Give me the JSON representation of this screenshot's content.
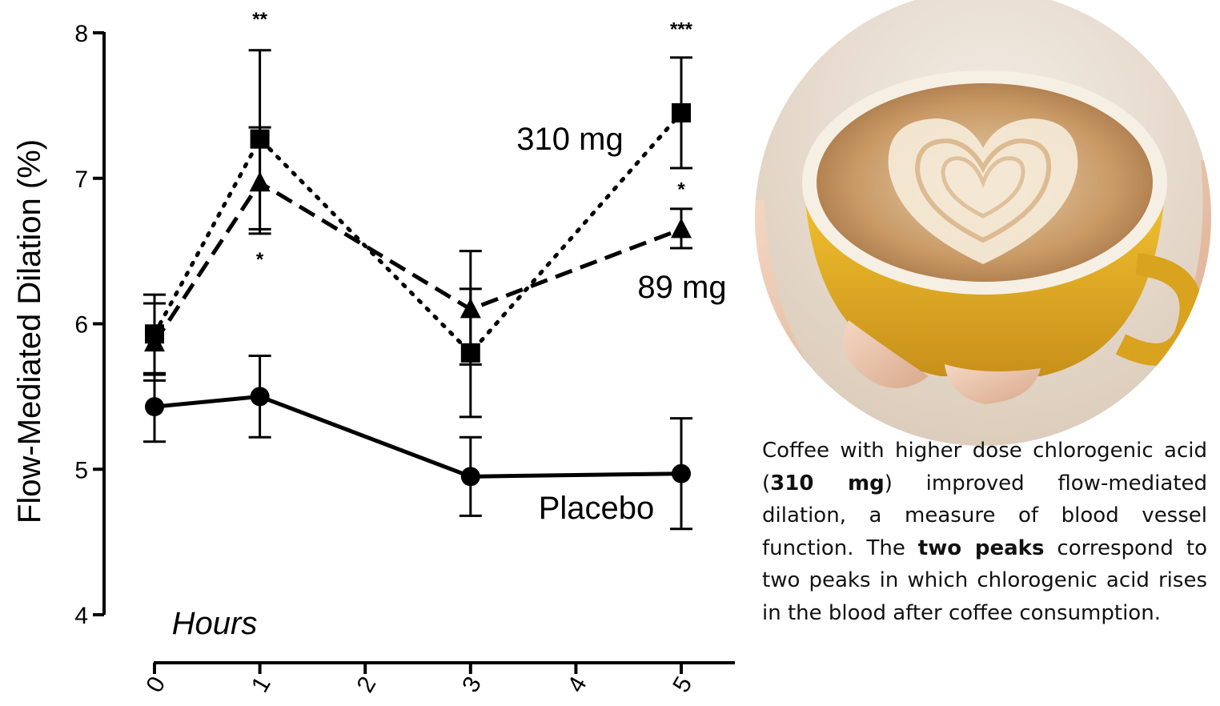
{
  "chart_data": {
    "type": "line",
    "ylabel": "Flow-Mediated Dilation (%)",
    "xlabel": "Hours",
    "ylim": [
      4,
      8
    ],
    "xlim": [
      0,
      5.5
    ],
    "yticks": [
      4,
      5,
      6,
      7,
      8
    ],
    "xticks": [
      0,
      1,
      2,
      3,
      4,
      5
    ],
    "grid": false,
    "series": [
      {
        "name": "310 mg",
        "marker": "square",
        "linestyle": "dotted",
        "x": [
          0,
          1,
          3,
          5
        ],
        "y": [
          5.93,
          7.27,
          5.8,
          7.45
        ],
        "err_low": [
          5.65,
          6.65,
          5.36,
          7.07
        ],
        "err_high": [
          6.2,
          7.88,
          6.24,
          7.83
        ]
      },
      {
        "name": "89 mg",
        "marker": "triangle",
        "linestyle": "dashed",
        "x": [
          0,
          1,
          3,
          5
        ],
        "y": [
          5.87,
          6.97,
          6.1,
          6.65
        ],
        "err_low": [
          5.61,
          6.62,
          5.72,
          6.52
        ],
        "err_high": [
          6.14,
          7.35,
          6.5,
          6.79
        ]
      },
      {
        "name": "Placebo",
        "marker": "circle",
        "linestyle": "solid",
        "x": [
          0,
          1,
          3,
          5
        ],
        "y": [
          5.43,
          5.5,
          4.95,
          4.97
        ],
        "err_low": [
          5.19,
          5.22,
          4.68,
          4.59
        ],
        "err_high": [
          5.66,
          5.78,
          5.22,
          5.35
        ]
      }
    ],
    "annotations": [
      {
        "text": "**",
        "x": 1,
        "y": 8.05
      },
      {
        "text": "*",
        "x": 1,
        "y": 6.4
      },
      {
        "text": "***",
        "x": 5,
        "y": 7.98
      },
      {
        "text": "*",
        "x": 5,
        "y": 6.88
      }
    ]
  },
  "photo": {
    "description_icon": "latte-heart-cup-photo"
  },
  "caption": {
    "p1": "Coffee with higher dose chlorogenic acid (",
    "b1": "310 mg",
    "p2": ") improved flow-mediated dilation, a measure of blood vessel function. The ",
    "b2": "two peaks",
    "p3": " correspond to two peaks in which chlorogenic acid rises in the blood after coffee consumption."
  },
  "colors": {
    "ink": "#000000",
    "cup": "#e6b422",
    "foam": "#caa074"
  }
}
